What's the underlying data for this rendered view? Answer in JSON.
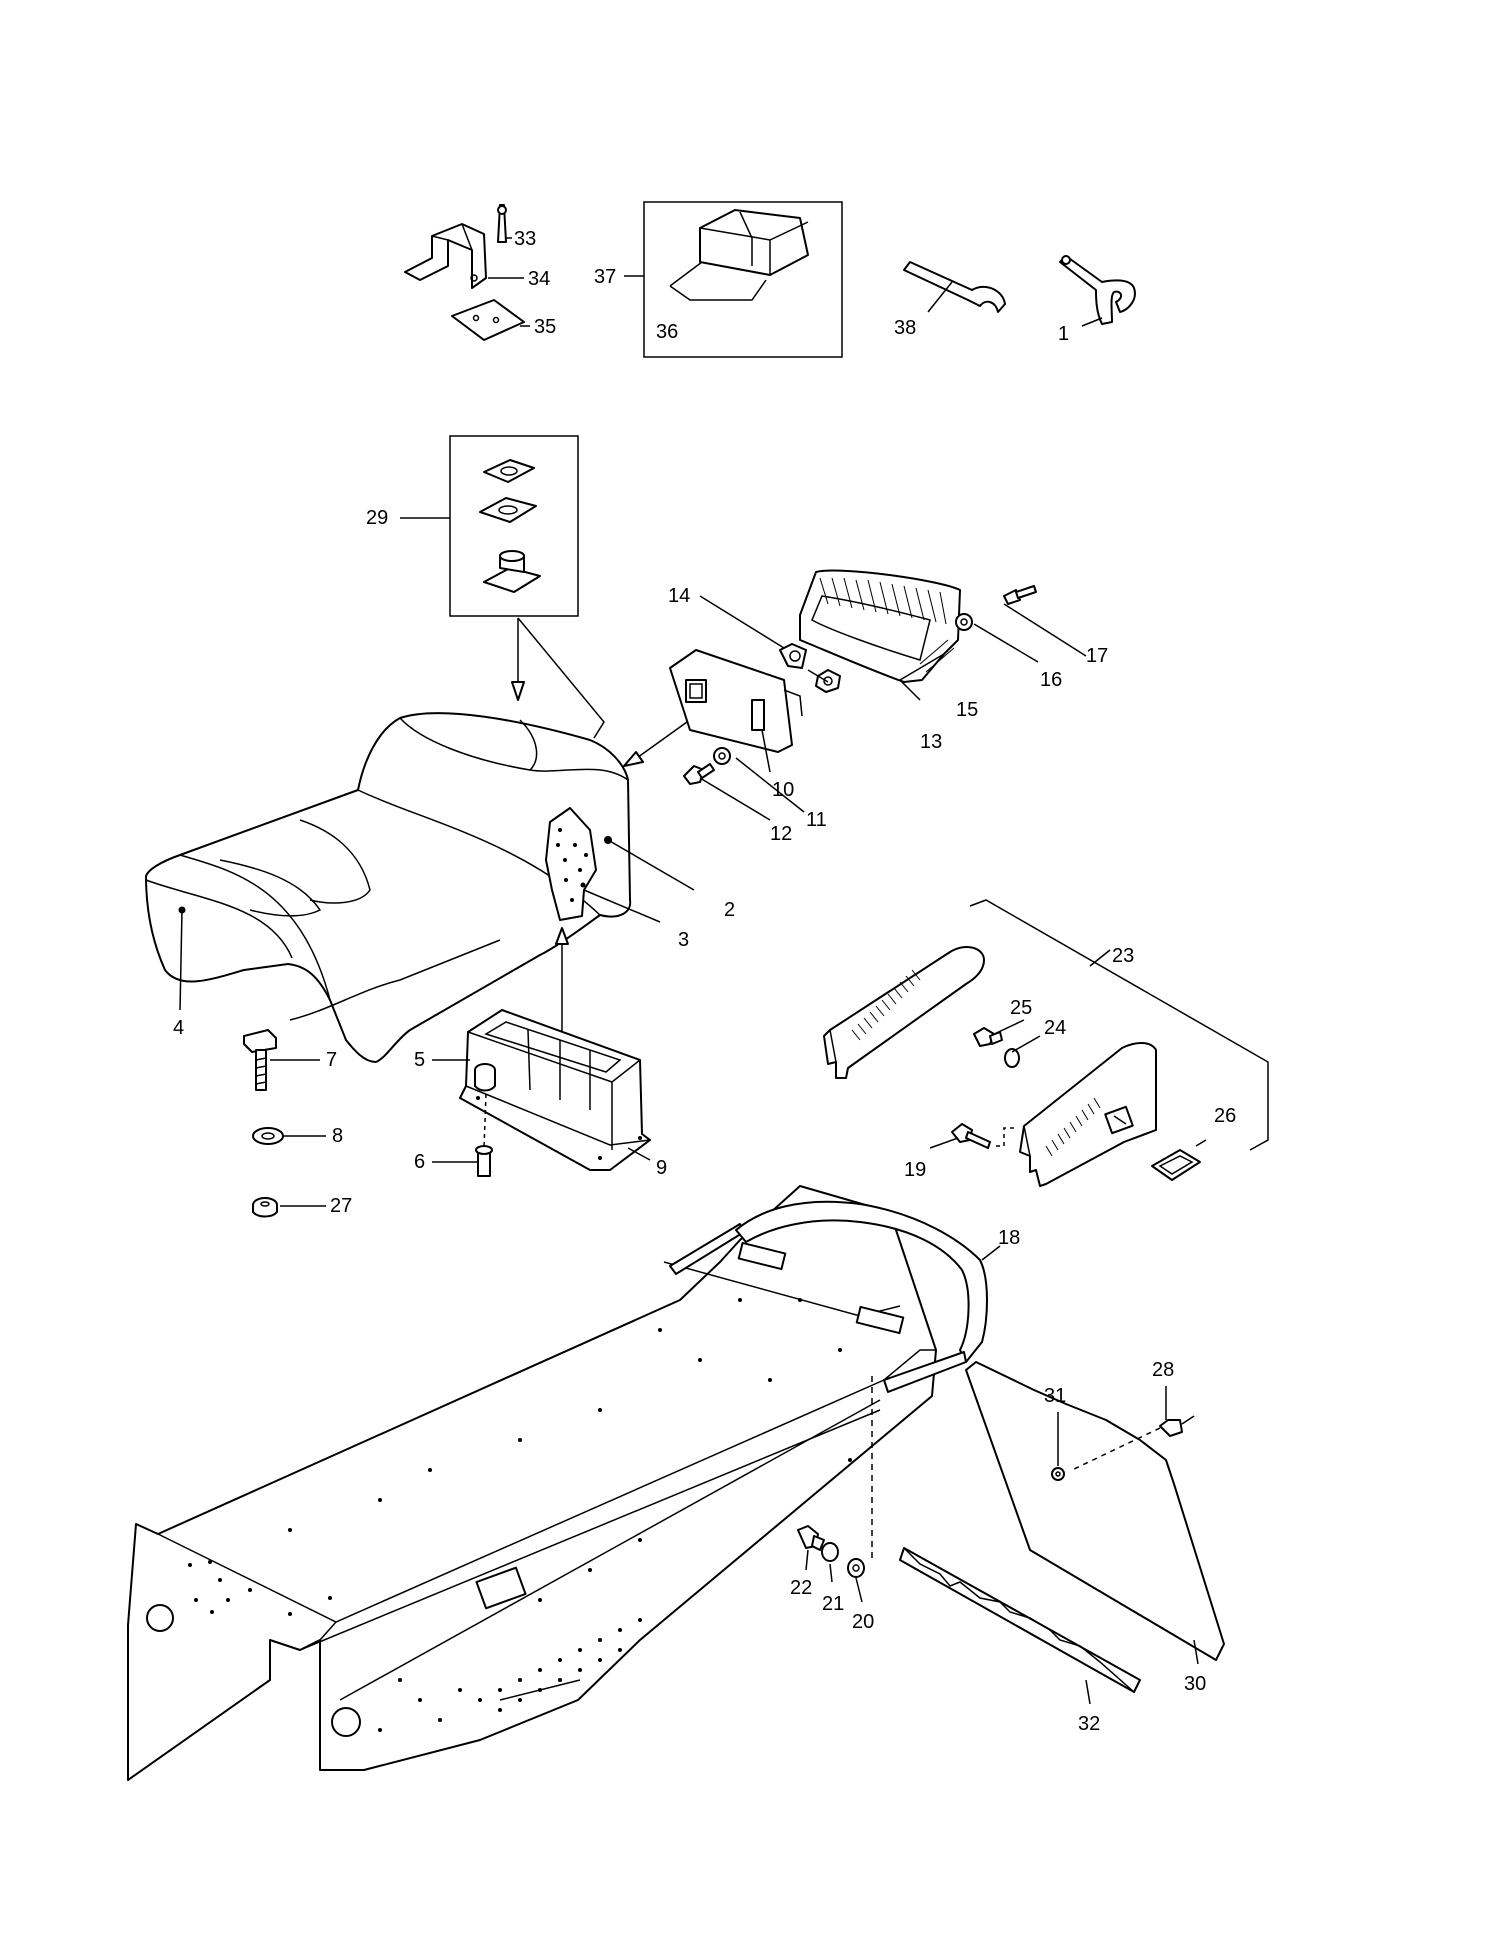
{
  "diagram": {
    "callouts": [
      {
        "id": "c1",
        "label": "1"
      },
      {
        "id": "c2",
        "label": "2"
      },
      {
        "id": "c3",
        "label": "3"
      },
      {
        "id": "c4",
        "label": "4"
      },
      {
        "id": "c5",
        "label": "5"
      },
      {
        "id": "c6",
        "label": "6"
      },
      {
        "id": "c7",
        "label": "7"
      },
      {
        "id": "c8",
        "label": "8"
      },
      {
        "id": "c9",
        "label": "9"
      },
      {
        "id": "c10",
        "label": "10"
      },
      {
        "id": "c11",
        "label": "11"
      },
      {
        "id": "c12",
        "label": "12"
      },
      {
        "id": "c13",
        "label": "13"
      },
      {
        "id": "c14",
        "label": "14"
      },
      {
        "id": "c15",
        "label": "15"
      },
      {
        "id": "c16",
        "label": "16"
      },
      {
        "id": "c17",
        "label": "17"
      },
      {
        "id": "c18",
        "label": "18"
      },
      {
        "id": "c19",
        "label": "19"
      },
      {
        "id": "c20",
        "label": "20"
      },
      {
        "id": "c21",
        "label": "21"
      },
      {
        "id": "c22",
        "label": "22"
      },
      {
        "id": "c23",
        "label": "23"
      },
      {
        "id": "c24",
        "label": "24"
      },
      {
        "id": "c25",
        "label": "25"
      },
      {
        "id": "c26",
        "label": "26"
      },
      {
        "id": "c27",
        "label": "27"
      },
      {
        "id": "c28",
        "label": "28"
      },
      {
        "id": "c29",
        "label": "29"
      },
      {
        "id": "c30",
        "label": "30"
      },
      {
        "id": "c31",
        "label": "31"
      },
      {
        "id": "c32",
        "label": "32"
      },
      {
        "id": "c33",
        "label": "33"
      },
      {
        "id": "c34",
        "label": "34"
      },
      {
        "id": "c35",
        "label": "35"
      },
      {
        "id": "c36",
        "label": "36"
      },
      {
        "id": "c37",
        "label": "37"
      },
      {
        "id": "c38",
        "label": "38"
      }
    ]
  }
}
